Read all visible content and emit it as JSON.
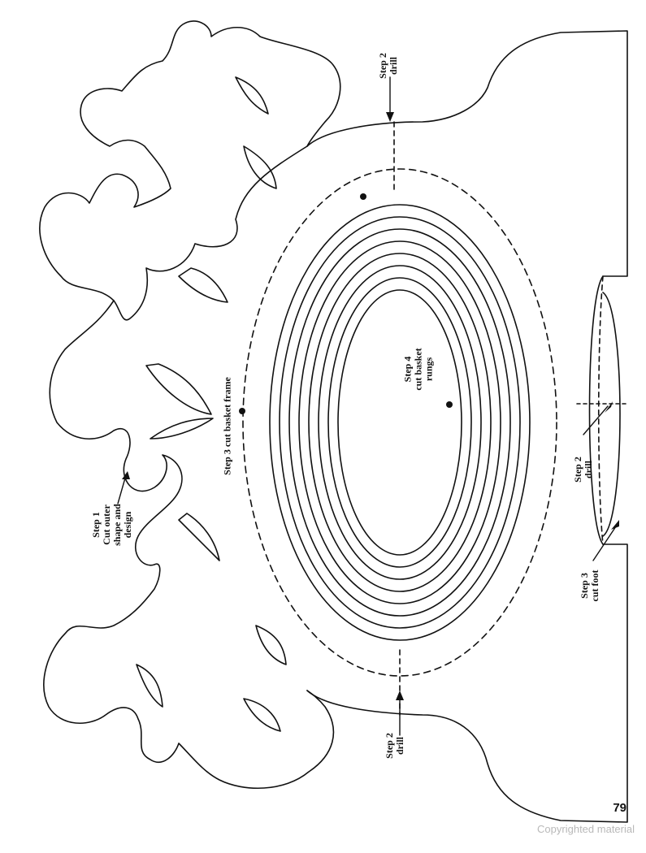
{
  "labels": {
    "step2_top": [
      "Step 2",
      "drill"
    ],
    "step2_bottom": [
      "Step 2",
      "drill"
    ],
    "step2_right": [
      "Step 2",
      "drill"
    ],
    "step3_frame": [
      "Step 3 cut basket frame"
    ],
    "step4": [
      "Step 4",
      "cut basket",
      "rungs"
    ],
    "step1": [
      "Step 1",
      "Cut outer",
      "shape and",
      "design"
    ],
    "step3_foot": [
      "Step 3",
      "cut foot"
    ]
  },
  "page_number": "79",
  "copyright": "Copyrighted material"
}
